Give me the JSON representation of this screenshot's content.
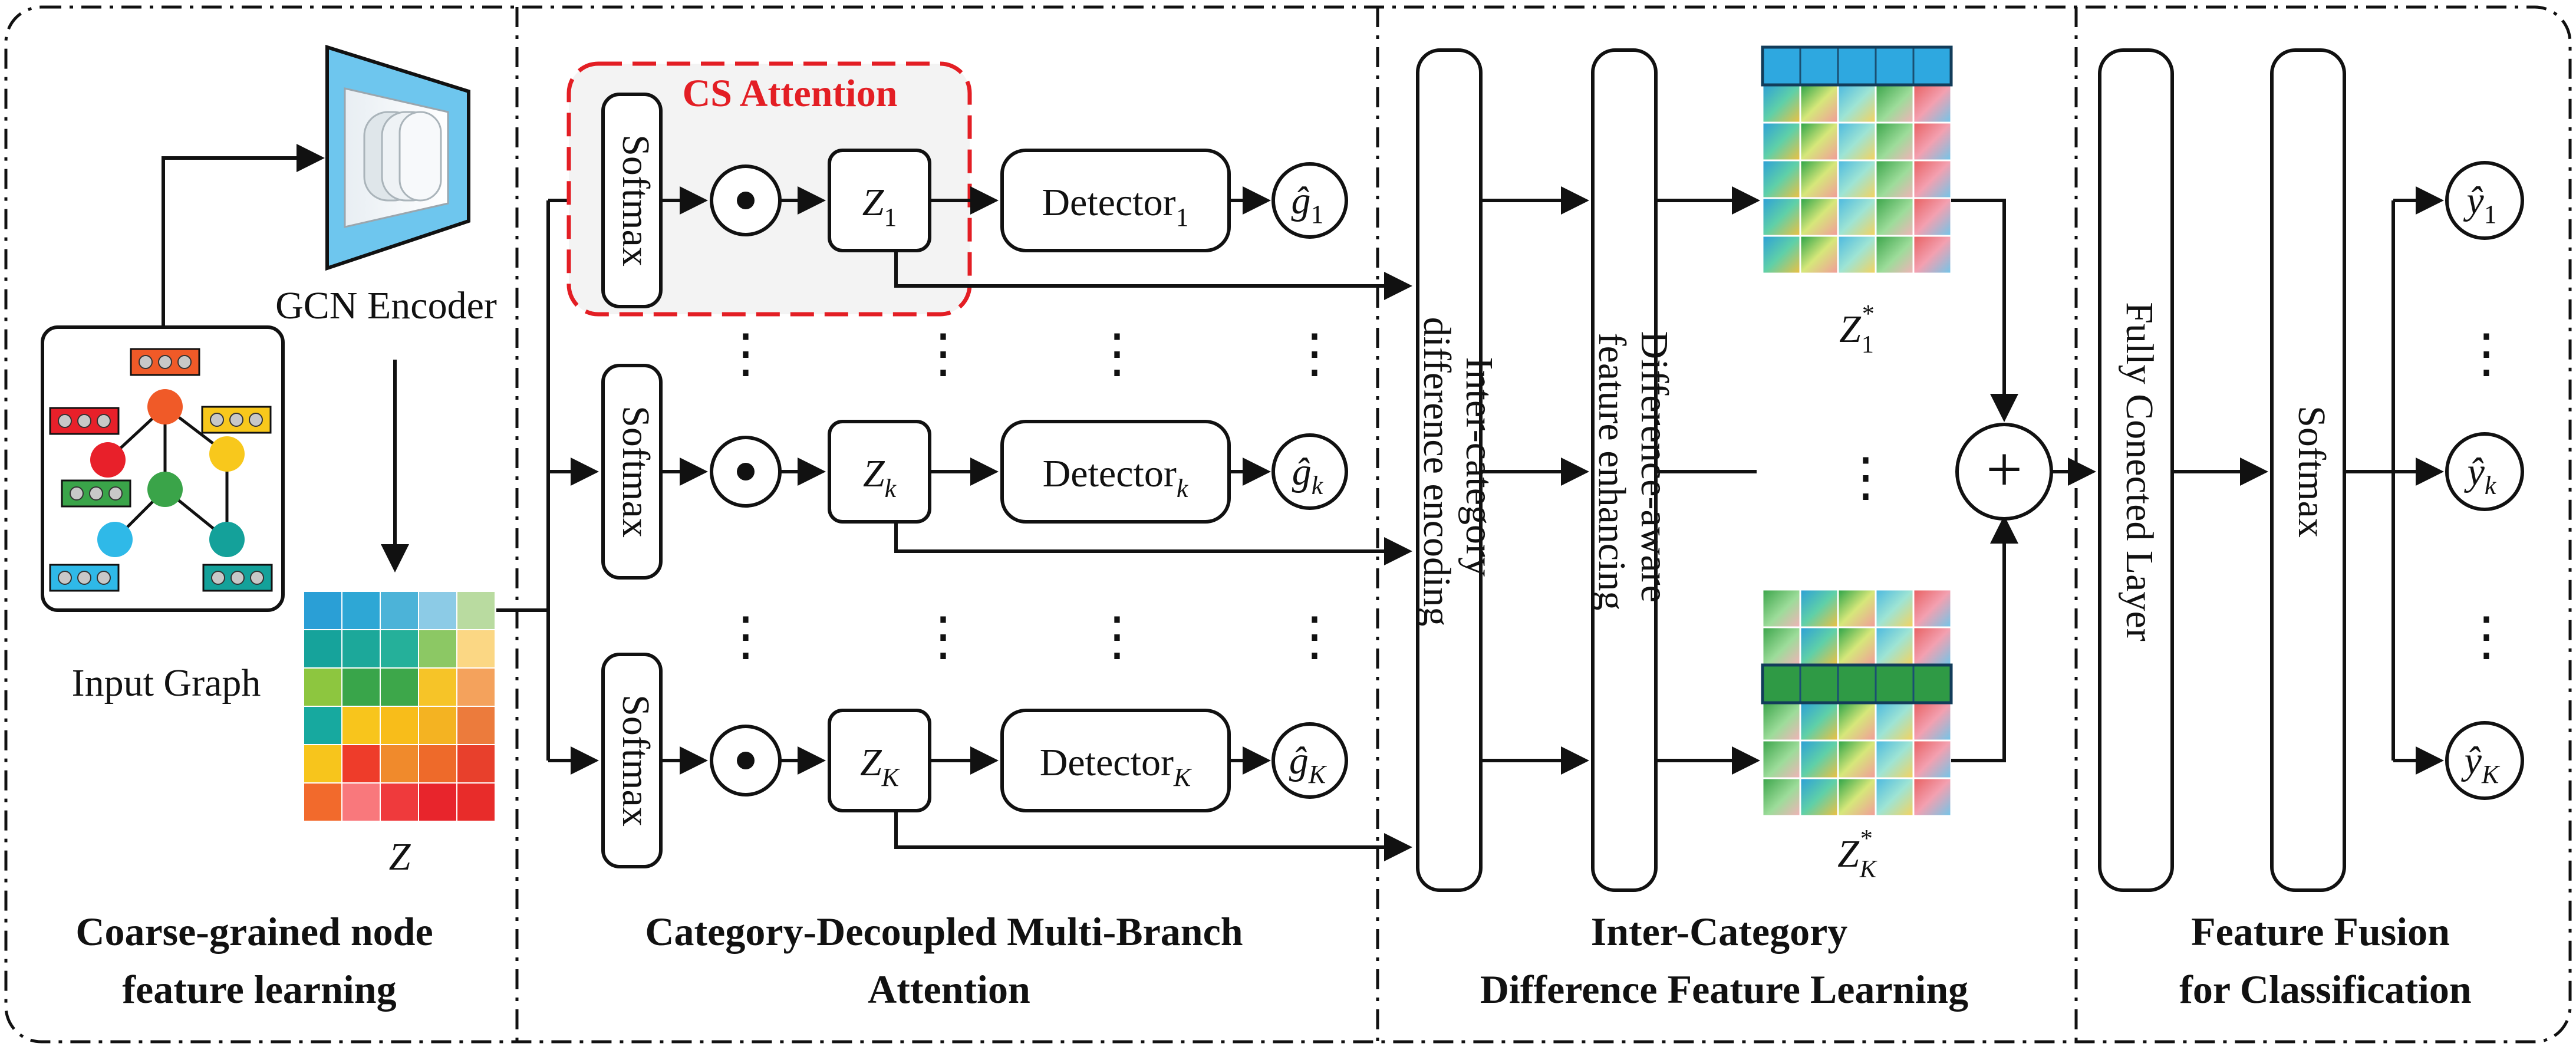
{
  "sections": {
    "s1": {
      "line1": "Coarse-grained node",
      "line2": "feature learning"
    },
    "s2": {
      "line1": "Category-Decoupled Multi-Branch",
      "line2": "Attention"
    },
    "s3": {
      "line1": "Inter-Category",
      "line2": "Difference Feature Learning"
    },
    "s4": {
      "line1": "Feature Fusion",
      "line2": "for Classification"
    }
  },
  "encoder_label": "GCN Encoder",
  "input_graph_label": "Input Graph",
  "z_label": "Z",
  "cs_attention_label": "CS Attention",
  "softmax_label": "Softmax",
  "detector_label": "Detector",
  "branches": [
    {
      "z": "Z",
      "sub": "1",
      "g_sub": "1",
      "y_sub": "1"
    },
    {
      "z": "Z",
      "sub": "k",
      "g_sub": "k",
      "y_sub": "k"
    },
    {
      "z": "Z",
      "sub": "K",
      "g_sub": "K",
      "y_sub": "K"
    }
  ],
  "g_symbol": "ĝ",
  "y_symbol": "ŷ",
  "z_star_1": {
    "base": "Z",
    "sub": "1",
    "sup": "*"
  },
  "z_star_K": {
    "base": "Z",
    "sub": "K",
    "sup": "*"
  },
  "inter_category_line1": "Inter-category",
  "inter_category_line2": "difference encoding",
  "diff_aware_line1": "Difference-aware",
  "diff_aware_line2": "feature enhancing",
  "fc_label": "Fully Conected Layer",
  "softmax_final_label": "Softmax",
  "plus_symbol": "+",
  "ellipsis": "⋮",
  "colors": {
    "cs_attention_red": "#e31e24",
    "encoder_blue": "#6ec6ee",
    "node_red": "#e8202a",
    "node_orange": "#f05a28",
    "node_yellow": "#f8c81c",
    "node_green": "#3aa449",
    "node_cyan": "#2fb9e8",
    "node_teal": "#14a19a"
  },
  "z_matrix_colors": [
    [
      "#2a9fd6",
      "#2ea7d5",
      "#4cb3d8",
      "#8ccbe6",
      "#b9dba0"
    ],
    [
      "#16a39b",
      "#1ca89a",
      "#25b09a",
      "#8cc864",
      "#fbd784"
    ],
    [
      "#8dc63f",
      "#39a54a",
      "#3da74a",
      "#f6c428",
      "#f4a25c"
    ],
    [
      "#17a99f",
      "#f8c51c",
      "#f8bd1a",
      "#f4b322",
      "#ec7b3c"
    ],
    [
      "#f7c51c",
      "#ee3c2a",
      "#f08a2c",
      "#ee6a2a",
      "#e8402c"
    ],
    [
      "#f26a2c",
      "#f9787c",
      "#ef3a3c",
      "#e8252c",
      "#e82c2a"
    ]
  ]
}
